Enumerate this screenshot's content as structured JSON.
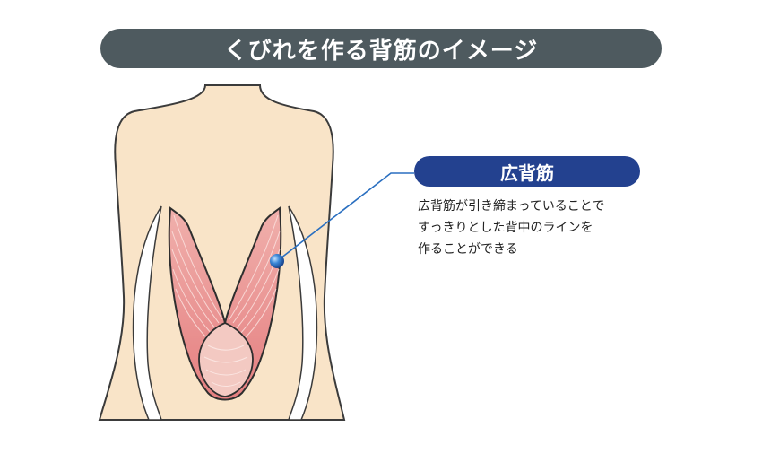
{
  "title": "くびれを作る背筋のイメージ",
  "callout": {
    "label": "広背筋",
    "description_lines": [
      "広背筋が引き締まっていることで",
      "すっきりとした背中のラインを",
      "作ることができる"
    ]
  },
  "colors": {
    "banner": "#4e5a5f",
    "label_pill": "#23418f",
    "skin": "#f9e4c8",
    "muscle": "#ea9a9a",
    "leader_line": "#2a6fc0"
  },
  "icons": {
    "marker": "blue-sphere-marker"
  }
}
